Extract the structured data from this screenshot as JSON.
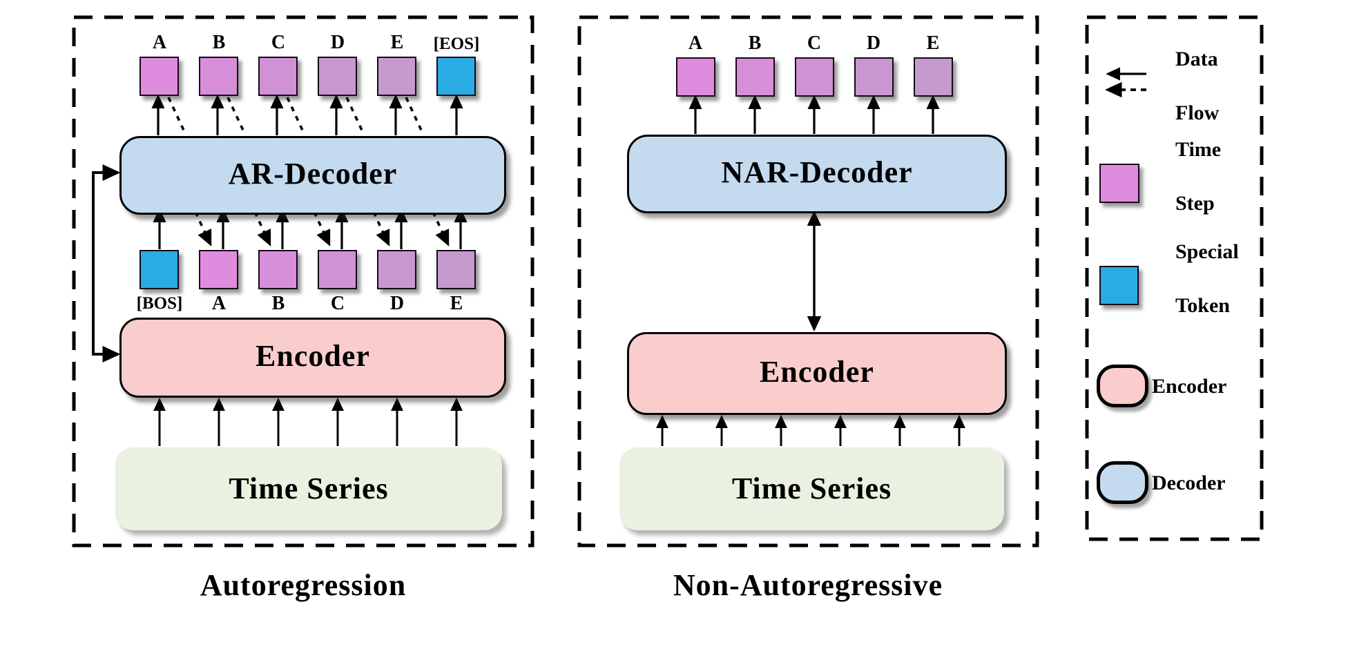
{
  "figure": {
    "left_panel": {
      "caption": "Autoregression",
      "decoder_label": "AR-Decoder",
      "encoder_label": "Encoder",
      "source_label": "Time Series",
      "outputs": [
        "A",
        "B",
        "C",
        "D",
        "E",
        "[EOS]"
      ],
      "inputs": [
        "[BOS]",
        "A",
        "B",
        "C",
        "D",
        "E"
      ]
    },
    "right_panel": {
      "caption": "Non-Autoregressive",
      "decoder_label": "NAR-Decoder",
      "encoder_label": "Encoder",
      "source_label": "Time Series",
      "outputs": [
        "A",
        "B",
        "C",
        "D",
        "E"
      ]
    },
    "legend": {
      "data_flow": {
        "line1": "Data",
        "line2": "Flow"
      },
      "time_step": {
        "line1": "Time",
        "line2": "Step"
      },
      "special_token": {
        "line1": "Special",
        "line2": "Token"
      },
      "encoder_label": "Encoder",
      "decoder_label": "Decoder"
    },
    "colors": {
      "time_step_shades": [
        "#DE8CDE",
        "#D88FDA",
        "#D092D5",
        "#CA96D1",
        "#C49BCC"
      ],
      "special_token": "#29ACE3",
      "decoder_fill": "#C3DAEF",
      "encoder_fill": "#FACDCD",
      "time_series_fill": "#EAF1E1",
      "line_color": "#000000"
    }
  }
}
